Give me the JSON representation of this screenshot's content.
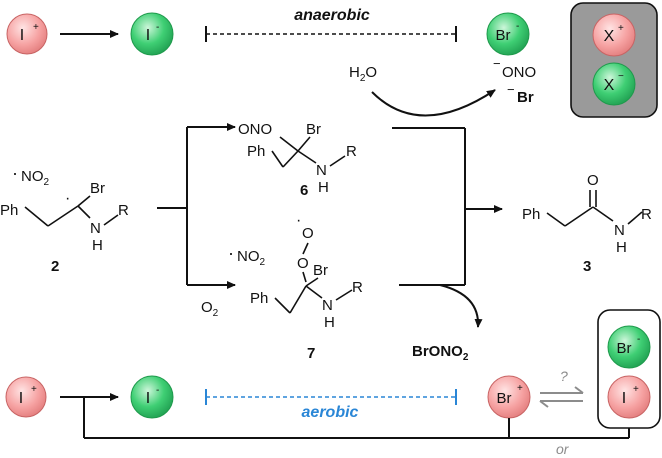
{
  "top": {
    "ion_i_plus": {
      "sym": "I",
      "charge": "+"
    },
    "ion_i_minus": {
      "sym": "I",
      "charge": "-"
    },
    "ion_br_minus": {
      "sym": "Br",
      "charge": "-"
    },
    "condition": "anaerobic"
  },
  "legend": {
    "x_plus": {
      "sym": "X",
      "charge": "+"
    },
    "x_minus": {
      "sym": "X",
      "charge": "−"
    }
  },
  "reagents": {
    "water": {
      "h": "H",
      "two": "2",
      "o": "O"
    },
    "nitrite": {
      "charge": "−",
      "label": "ONO"
    },
    "bromide": {
      "charge": "−",
      "label": "Br"
    },
    "oxygen": {
      "o": "O",
      "two": "2"
    },
    "bronono2": {
      "main": "BrONO",
      "two": "2"
    }
  },
  "compound2": {
    "radical": "·",
    "no2": "NO",
    "no2_sub": "2",
    "br": "Br",
    "ph": "Ph",
    "nh": "N",
    "h": "H",
    "r": "R",
    "dot": "·",
    "id": "2"
  },
  "compound6": {
    "ono": "ONO",
    "br": "Br",
    "ph": "Ph",
    "n": "N",
    "h": "H",
    "r": "R",
    "id": "6"
  },
  "compound7": {
    "radical": "·",
    "no2": "NO",
    "no2_sub": "2",
    "o_dot": "·",
    "o1": "O",
    "o2": "O",
    "br": "Br",
    "ph": "Ph",
    "n": "N",
    "h": "H",
    "r": "R",
    "id": "7"
  },
  "compound3": {
    "o": "O",
    "ph": "Ph",
    "n": "N",
    "h": "H",
    "r": "R",
    "id": "3"
  },
  "bottom": {
    "ion_i_plus": {
      "sym": "I",
      "charge": "+"
    },
    "ion_i_minus": {
      "sym": "I",
      "charge": "-"
    },
    "ion_br_plus": {
      "sym": "Br",
      "charge": "+"
    },
    "box_br_minus": {
      "sym": "Br",
      "charge": "-"
    },
    "box_i_plus": {
      "sym": "I",
      "charge": "+"
    },
    "condition": "aerobic",
    "question": "?",
    "or": "or"
  },
  "colors": {
    "red_fill": "#f8a0a0",
    "red_stroke": "#d96b6b",
    "green_fill": "#35c76b",
    "green_stroke": "#1f9a4c",
    "blue": "#2a86d6",
    "gray": "#8c8c8c",
    "legend_bg": "#9a9a9a"
  }
}
